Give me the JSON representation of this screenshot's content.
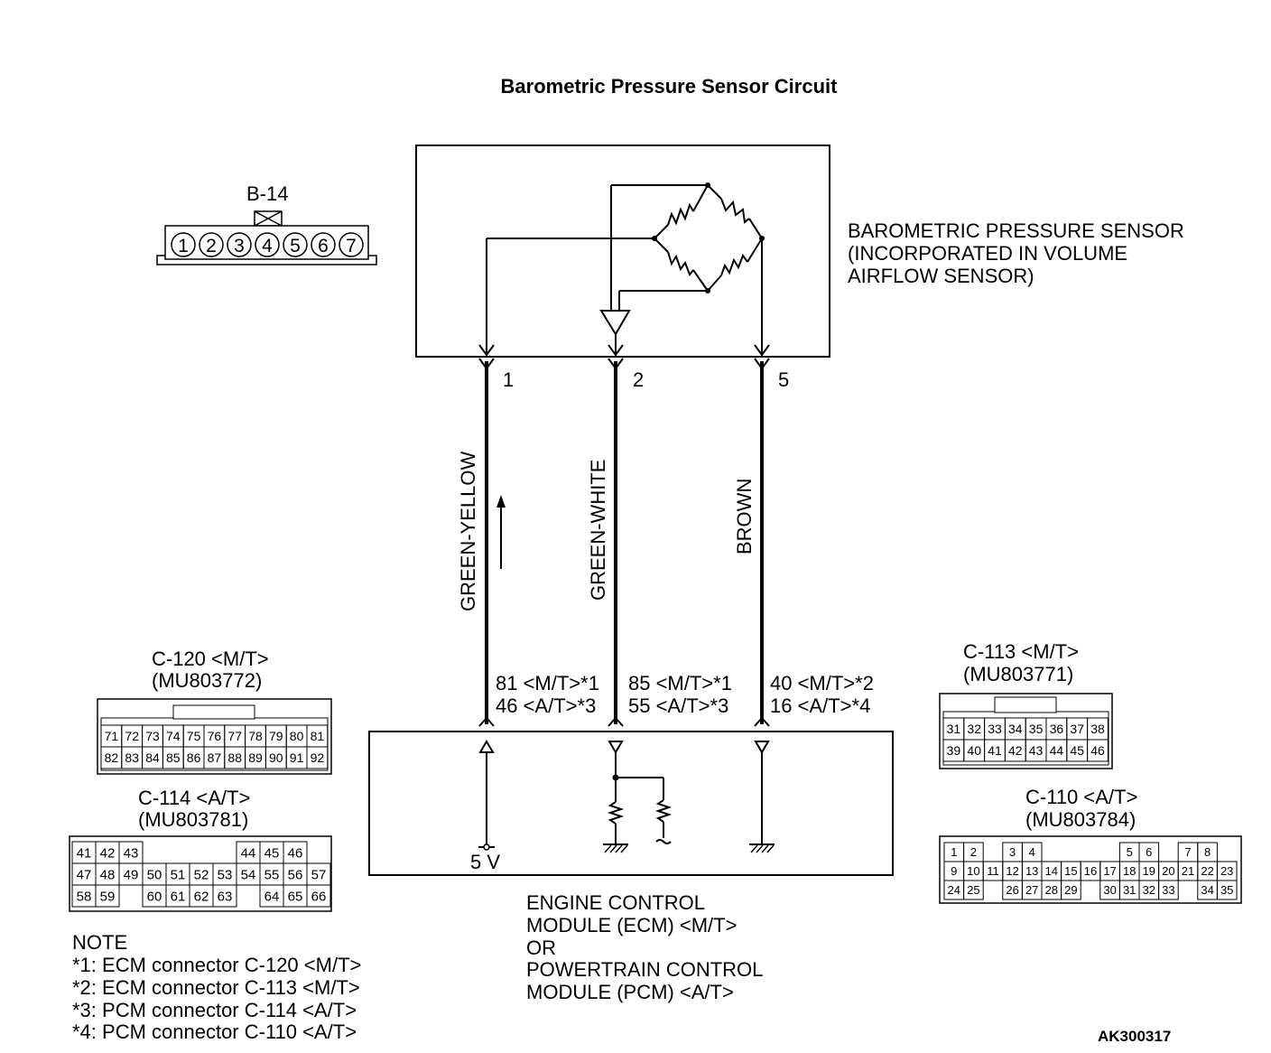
{
  "title": "Barometric Pressure Sensor Circuit",
  "figure_id": "AK300317",
  "sensor": {
    "lines": [
      "BAROMETRIC PRESSURE SENSOR",
      "(INCORPORATED IN VOLUME",
      "AIRFLOW SENSOR)"
    ],
    "pins": [
      "1",
      "2",
      "5"
    ]
  },
  "wires": [
    "GREEN-YELLOW",
    "GREEN-WHITE",
    "BROWN"
  ],
  "ecm_pins": [
    [
      "81 <M/T>*1",
      "46 <A/T>*3"
    ],
    [
      "85 <M/T>*1",
      "55 <A/T>*3"
    ],
    [
      "40 <M/T>*2",
      "16 <A/T>*4"
    ]
  ],
  "voltage": "5 V",
  "module": {
    "lines": [
      "ENGINE CONTROL",
      "MODULE (ECM) <M/T>",
      "OR",
      "POWERTRAIN CONTROL",
      "MODULE (PCM) <A/T>"
    ]
  },
  "connectors": {
    "b14": {
      "name": "B-14",
      "pins": [
        "1",
        "2",
        "3",
        "4",
        "5",
        "6",
        "7"
      ]
    },
    "c120": {
      "name": "C-120 <M/T>",
      "part": "(MU803772)",
      "rows": [
        [
          "71",
          "72",
          "73",
          "74",
          "75",
          "76",
          "77",
          "78",
          "79",
          "80",
          "81"
        ],
        [
          "82",
          "83",
          "84",
          "85",
          "86",
          "87",
          "88",
          "89",
          "90",
          "91",
          "92"
        ]
      ]
    },
    "c114": {
      "name": "C-114 <A/T>",
      "part": "(MU803781)",
      "rows": [
        [
          "41",
          "42",
          "43",
          "",
          "",
          "",
          "",
          "44",
          "45",
          "46"
        ],
        [
          "47",
          "48",
          "49",
          "50",
          "51",
          "52",
          "53",
          "54",
          "55",
          "56",
          "57"
        ],
        [
          "58",
          "59",
          "",
          "60",
          "61",
          "62",
          "63",
          "",
          "64",
          "65",
          "66"
        ]
      ]
    },
    "c113": {
      "name": "C-113 <M/T>",
      "part": "(MU803771)",
      "rows": [
        [
          "31",
          "32",
          "33",
          "34",
          "35",
          "36",
          "37",
          "38"
        ],
        [
          "39",
          "40",
          "41",
          "42",
          "43",
          "44",
          "45",
          "46"
        ]
      ]
    },
    "c110": {
      "name": "C-110 <A/T>",
      "part": "(MU803784)",
      "rows": [
        [
          "1",
          "2",
          "",
          "3",
          "4",
          "",
          "",
          "",
          "",
          "5",
          "6",
          "",
          "7",
          "8"
        ],
        [
          "9",
          "10",
          "11",
          "12",
          "13",
          "14",
          "15",
          "16",
          "17",
          "18",
          "19",
          "20",
          "21",
          "22",
          "23"
        ],
        [
          "24",
          "25",
          "",
          "26",
          "27",
          "28",
          "29",
          "",
          "30",
          "31",
          "32",
          "33",
          "",
          "34",
          "35"
        ]
      ]
    }
  },
  "note": {
    "heading": "NOTE",
    "items": [
      "*1: ECM connector C-120 <M/T>",
      "*2: ECM connector C-113 <M/T>",
      "*3: PCM connector C-114 <A/T>",
      "*4: PCM connector C-110 <A/T>"
    ]
  }
}
